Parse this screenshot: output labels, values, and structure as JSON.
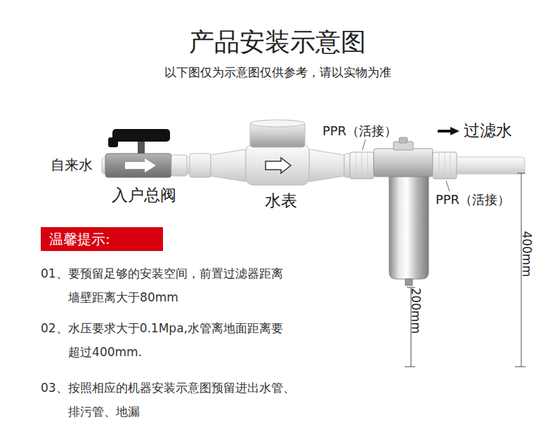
{
  "diagram": {
    "title": "产品安装示意图",
    "nodes": [
      {
        "text": [
          "温馨提示:"
        ]
      }
    ],
    "edges": [],
    "labels": [
      "以下图仅为示意图仅供参考，请以实物为准",
      "自来水",
      "入户总阀",
      "水表",
      "PPR（活接）",
      "过滤水",
      "PPR（活接）",
      "400mm",
      "200mm",
      "01、要预留足够的安装空间，前置过滤器距离 墙壁距离大于80mm",
      "02、水压要求大于0.1Mpa,水管离地面距离要 超过400mm.",
      "03、按照相应的机器安装示意图预留进出水管、 排污管、地漏"
    ]
  }
}
